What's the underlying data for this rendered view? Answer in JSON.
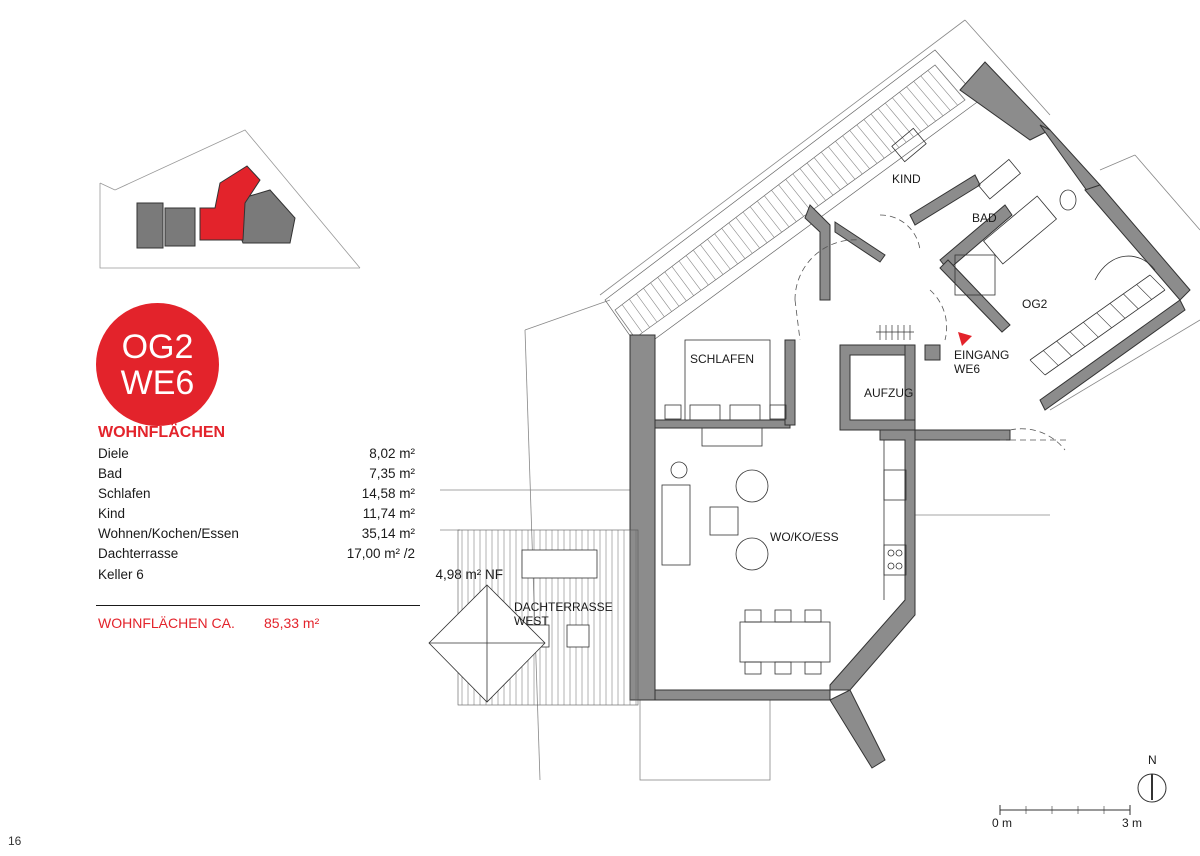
{
  "badge": {
    "level": "OG2",
    "unit": "WE6"
  },
  "areas": {
    "title": "WOHNFLÄCHEN",
    "rows": [
      {
        "label": "Diele",
        "value": "8,02 m²"
      },
      {
        "label": "Bad",
        "value": "7,35 m²"
      },
      {
        "label": "Schlafen",
        "value": "14,58 m²"
      },
      {
        "label": "Kind",
        "value": "11,74 m²"
      },
      {
        "label": "Wohnen/Kochen/Essen",
        "value": "35,14 m²"
      },
      {
        "label": "Dachterrasse",
        "value": "17,00 m² /2"
      },
      {
        "label": "Keller 6",
        "value": "4,98 m² NF"
      }
    ],
    "total_label": "WOHNFLÄCHEN CA.",
    "total_value": "85,33 m²"
  },
  "rooms": {
    "kind": "KIND",
    "bad": "BAD",
    "og2": "OG2",
    "schlafen": "SCHLAFEN",
    "aufzug": "AUFZUG",
    "eingang_line1": "EINGANG",
    "eingang_line2": "WE6",
    "wokoess": "WO/KO/ESS",
    "terrasse_line1": "DACHTERRASSE",
    "terrasse_line2": "WEST"
  },
  "north": "N",
  "scale": {
    "start": "0 m",
    "end": "3 m"
  },
  "page_number": "16",
  "colors": {
    "accent": "#e3232b",
    "wall": "#8c8c8c",
    "keyplan_building": "#7a7a7a"
  }
}
